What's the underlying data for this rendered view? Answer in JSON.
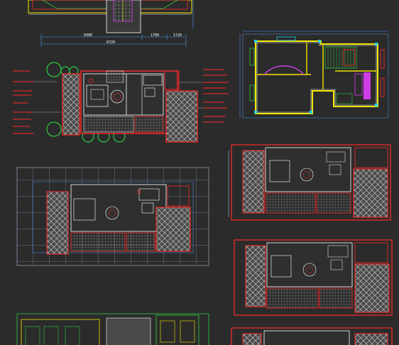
{
  "sheet": {
    "background": "#2b2b2b",
    "colors": {
      "wall": "#ff2a2a",
      "furniture": "#ffffff",
      "dimension": "#4d9cff",
      "yellow": "#f2e600",
      "green": "#2ecc40",
      "magenta": "#e040fb",
      "cyan": "#22d3ee",
      "grid": "#a9b8d8",
      "hatch": "#bfbfbf"
    },
    "top_dimensions": {
      "left": "6900",
      "mid": "1700",
      "right": "1720",
      "total": "6720"
    }
  }
}
